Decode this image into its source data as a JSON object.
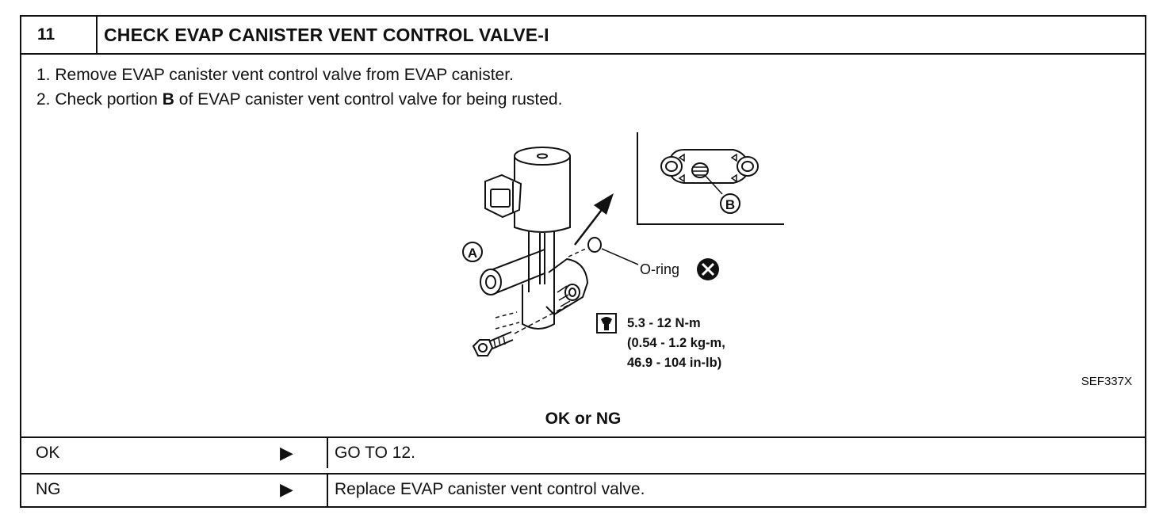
{
  "step": {
    "number": "11",
    "title": "CHECK EVAP CANISTER VENT CONTROL VALVE-I"
  },
  "instructions": {
    "line1": "1.  Remove EVAP canister vent control valve from EVAP canister.",
    "line2_prefix": "2.  Check portion ",
    "line2_bold": "B",
    "line2_suffix": " of EVAP canister vent control valve for being rusted."
  },
  "figure": {
    "label_a": "A",
    "label_b": "B",
    "oring_label": "O-ring",
    "torque_line1": "5.3 - 12 N-m",
    "torque_line2": "(0.54 - 1.2 kg-m,",
    "torque_line3": "46.9 - 104 in-lb)",
    "ref_code": "SEF337X"
  },
  "decision": {
    "heading": "OK or NG",
    "rows": [
      {
        "label": "OK",
        "arrow": "▶",
        "action": "GO TO 12."
      },
      {
        "label": "NG",
        "arrow": "▶",
        "action": "Replace EVAP canister vent control valve."
      }
    ]
  }
}
